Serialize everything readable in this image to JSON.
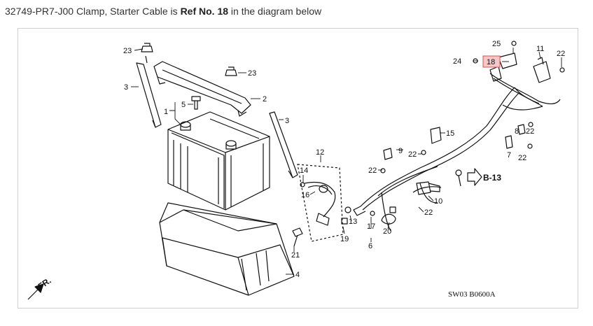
{
  "caption": {
    "part_text": "32749-PR7-J00 Clamp, Starter Cable is ",
    "ref_text": "Ref No. 18",
    "suffix_text": " in the diagram below"
  },
  "diagram": {
    "highlight_ref": "18",
    "highlight_color": "#f7c6c6",
    "callouts": [
      "23",
      "3",
      "1",
      "5",
      "2",
      "23",
      "3",
      "12",
      "14",
      "16",
      "13",
      "19",
      "21",
      "4",
      "25",
      "24",
      "18",
      "11",
      "22",
      "15",
      "9",
      "22",
      "22",
      "8",
      "22",
      "7",
      "22",
      "B-13",
      "10",
      "22",
      "17",
      "20",
      "6"
    ],
    "code": "SW03  B0600A",
    "front_label": "FR."
  }
}
